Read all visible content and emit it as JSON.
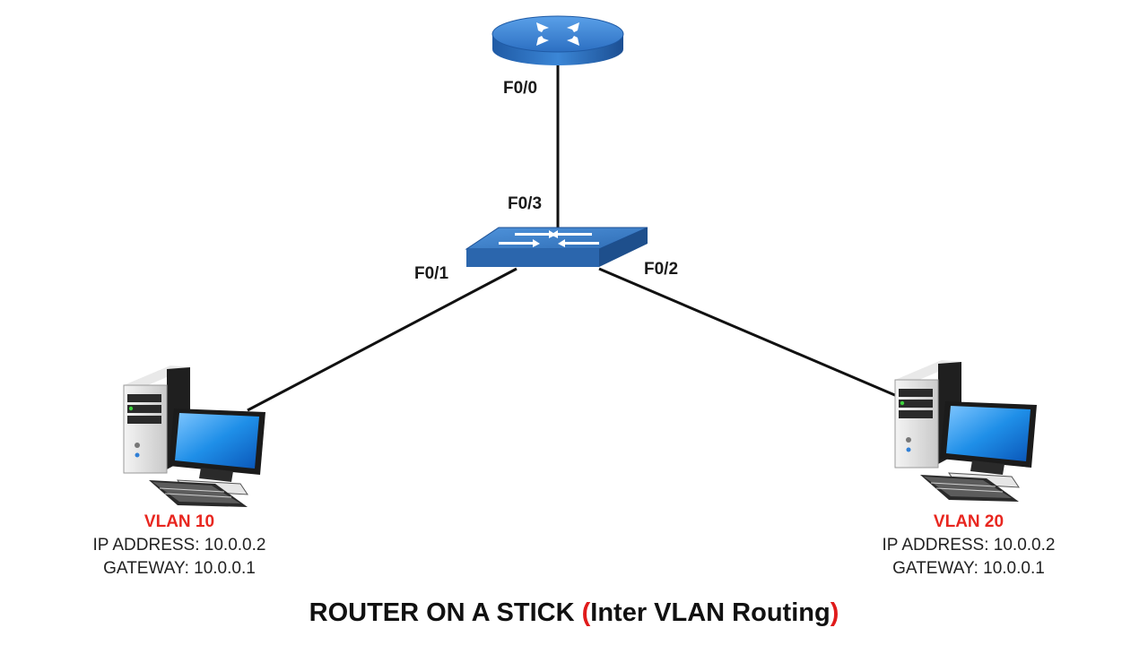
{
  "colors": {
    "vlan_label": "#e8261f",
    "paren": "#e01b1b",
    "device_blue": "#2f6db5",
    "link": "#111111"
  },
  "ports": {
    "router_f00": "F0/0",
    "switch_f03": "F0/3",
    "switch_f01": "F0/1",
    "switch_f02": "F0/2"
  },
  "hosts": [
    {
      "vlan": "VLAN 10",
      "ip": "IP ADDRESS: 10.0.0.2",
      "gateway": "GATEWAY: 10.0.0.1",
      "icon": "desktop-computer-icon"
    },
    {
      "vlan": "VLAN 20",
      "ip": "IP ADDRESS: 10.0.0.2",
      "gateway": "GATEWAY: 10.0.0.1",
      "icon": "desktop-computer-icon"
    }
  ],
  "caption": {
    "main": "ROUTER ON A STICK ",
    "open_paren": "(",
    "sub": "Inter VLAN Routing",
    "close_paren": ")"
  },
  "devices": {
    "router_icon": "router-icon",
    "switch_icon": "switch-icon"
  }
}
